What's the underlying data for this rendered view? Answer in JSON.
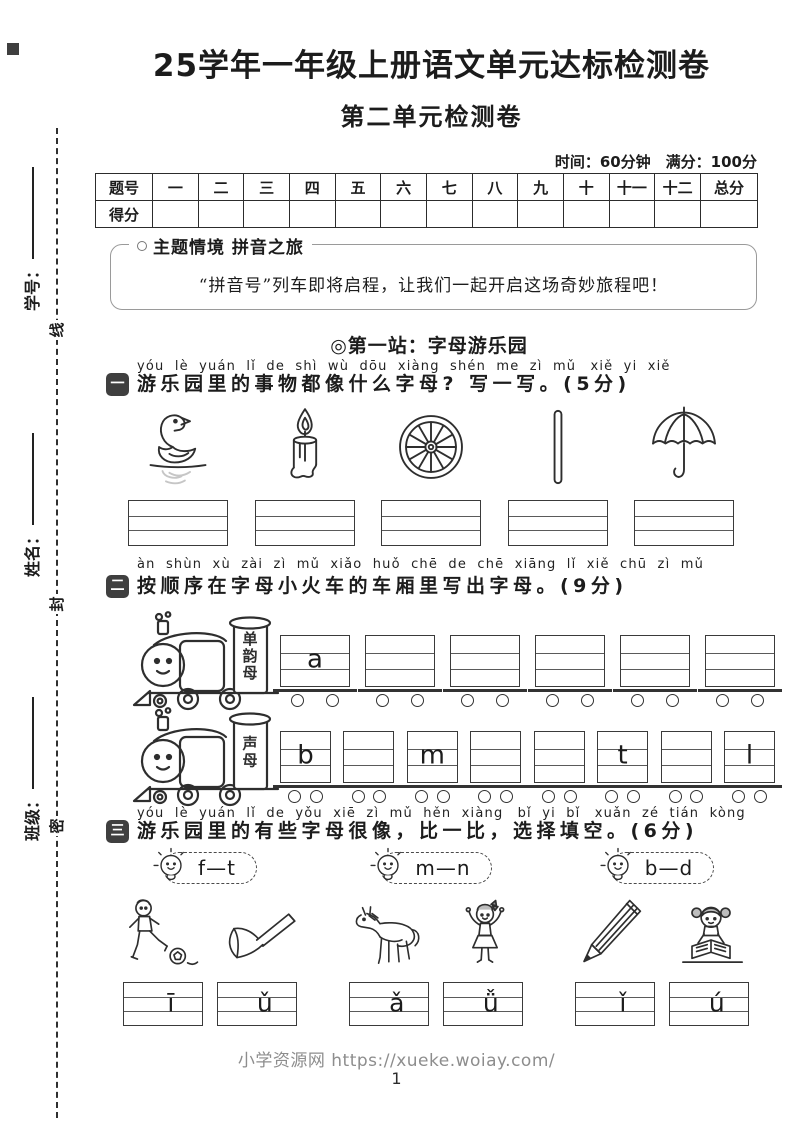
{
  "header": {
    "title": "25学年一年级上册语文单元达标检测卷",
    "subtitle": "第二单元检测卷",
    "time_score": "时间：60分钟　满分：100分"
  },
  "seal_margin": {
    "student_id_label": "学号：",
    "name_label": "姓名：",
    "class_label": "班级：",
    "seal_chars": [
      "线",
      "封",
      "密"
    ]
  },
  "score_table": {
    "header_row": [
      "题号",
      "一",
      "二",
      "三",
      "四",
      "五",
      "六",
      "七",
      "八",
      "九",
      "十",
      "十一",
      "十二",
      "总分"
    ],
    "score_row_label": "得分"
  },
  "theme_box": {
    "title": "主题情境  拼音之旅",
    "content": "“拼音号”列车即将启程，让我们一起开启这场奇妙旅程吧！"
  },
  "station": {
    "text": "◎第一站：字母游乐园"
  },
  "q1": {
    "number_icon": "一",
    "pinyin": "yóu lè yuán lǐ de shì wù dōu xiàng shén me zì mǔ　xiě yi xiě",
    "text": "游乐园里的事物都像什么字母? 写一写。(5分)",
    "items": [
      {
        "icon": "swan-icon"
      },
      {
        "icon": "candle-icon"
      },
      {
        "icon": "wheel-icon"
      },
      {
        "icon": "stick-icon"
      },
      {
        "icon": "umbrella-icon"
      }
    ]
  },
  "q2": {
    "number_icon": "二",
    "pinyin": "àn shùn xù zài zì mǔ xiǎo huǒ chē de chē xiāng lǐ xiě chū zì mǔ",
    "text": "按顺序在字母小火车的车厢里写出字母。(9分)",
    "trains": [
      {
        "engine_label": "单韵母",
        "cars": [
          "a",
          "",
          "",
          "",
          "",
          ""
        ]
      },
      {
        "engine_label": "声母",
        "cars": [
          "b",
          "",
          "m",
          "",
          "",
          "t",
          "",
          "l"
        ]
      }
    ]
  },
  "q3": {
    "number_icon": "三",
    "pinyin": "yóu lè yuán lǐ de yǒu xiē zì mǔ hěn xiàng　bǐ yi bǐ　xuǎn zé tián kòng",
    "text": "游乐园里的有些字母很像，比一比，选择填空。(6分)",
    "groups": [
      {
        "pair": "f—t",
        "mascot": "sun-face-icon",
        "images": [
          "boy-kicking-ball-icon",
          "axe-icon"
        ],
        "answers": [
          "ī",
          "ǔ"
        ]
      },
      {
        "pair": "m—n",
        "mascot": "sun-face-icon",
        "images": [
          "horse-icon",
          "dancing-girl-icon"
        ],
        "answers": [
          "ǎ",
          "ǚ"
        ]
      },
      {
        "pair": "b—d",
        "mascot": "sun-face-icon",
        "images": [
          "pencil-icon",
          "reading-girl-icon"
        ],
        "answers": [
          "ǐ",
          "ú"
        ]
      }
    ]
  },
  "footer": {
    "site": "小学资源网 https://xueke.woiay.com/",
    "page_number": "1"
  }
}
